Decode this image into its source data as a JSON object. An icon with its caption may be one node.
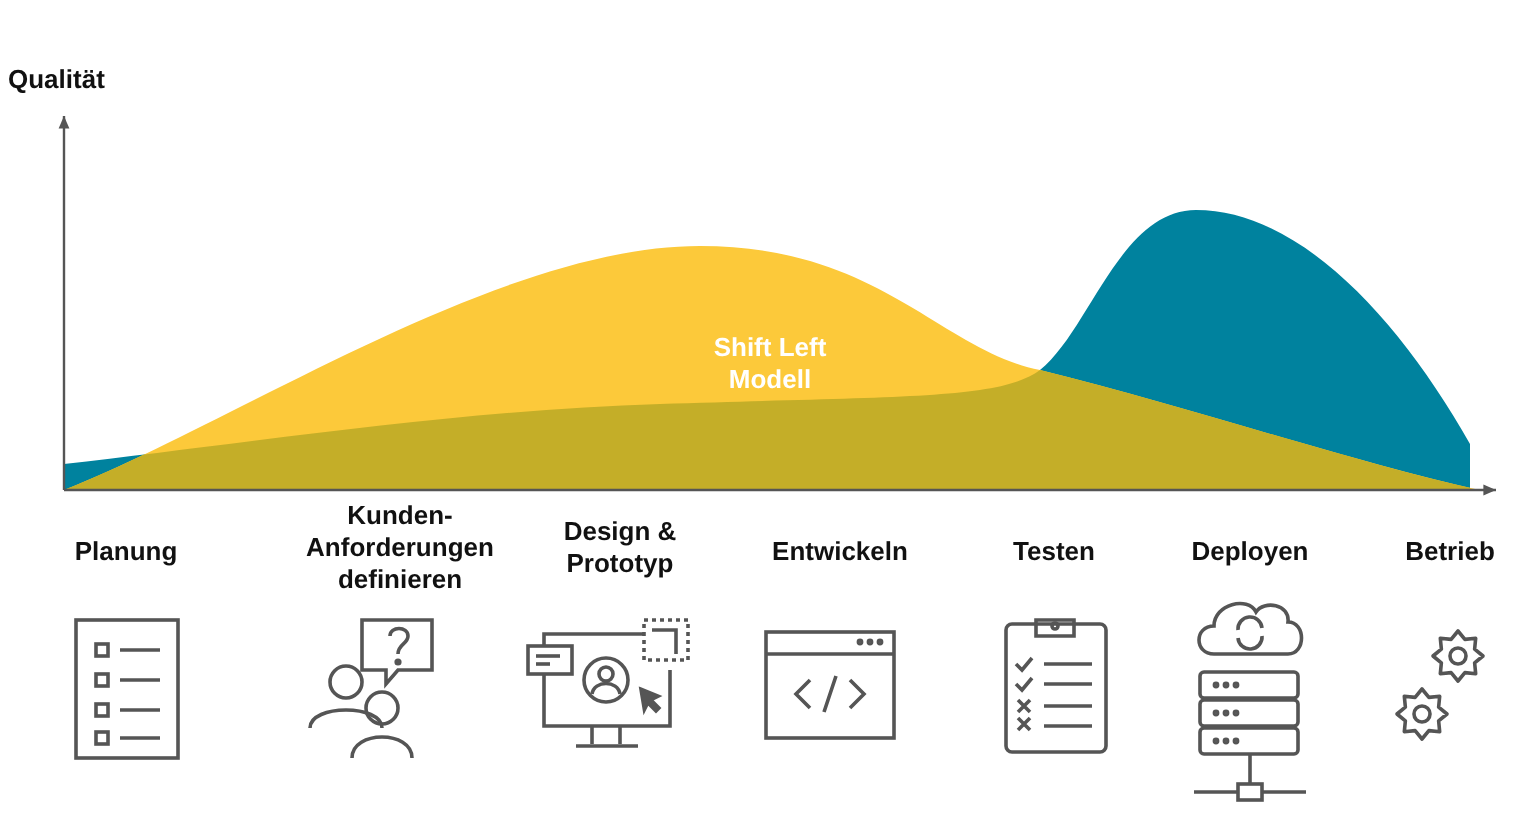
{
  "diagram": {
    "labels": [
      "Qualität",
      "Shift Left Modell",
      "Planung",
      "Kunden- Anforderungen definieren",
      "Design & Prototyp",
      "Entwickeln",
      "Testen",
      "Deployen",
      "Betrieb"
    ]
  }
}
